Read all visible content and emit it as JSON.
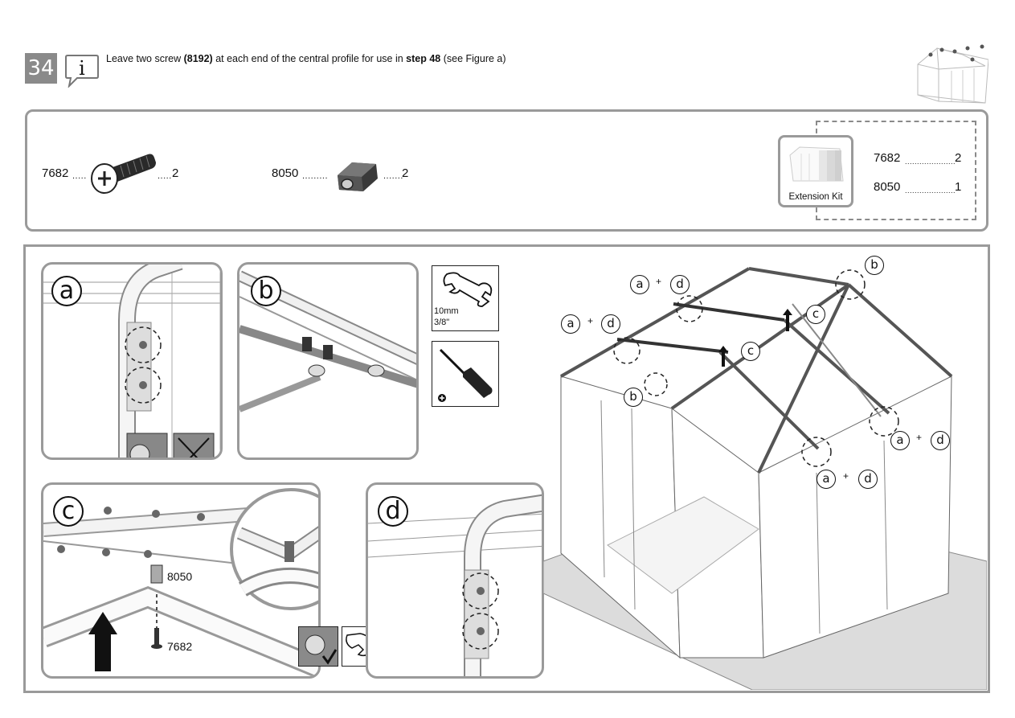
{
  "step": {
    "number": "34",
    "instruction_pre": "Leave two screw ",
    "instruction_part": "(8192)",
    "instruction_mid": " at each end of the central profile for use in ",
    "instruction_step": "step 48",
    "instruction_post": " (see Figure a)"
  },
  "parts": [
    {
      "code": "7682",
      "qty": "2",
      "icon": "screw-icon"
    },
    {
      "code": "8050",
      "qty": "2",
      "icon": "hex-nut-icon"
    }
  ],
  "extension_kit": {
    "label": "Extension Kit",
    "items": [
      {
        "code": "7682",
        "qty": "2"
      },
      {
        "code": "8050",
        "qty": "1"
      }
    ]
  },
  "figures": {
    "a": "a",
    "b": "b",
    "c": "c",
    "d": "d",
    "c_part_top": "8050",
    "c_part_bottom": "7682"
  },
  "tools": {
    "wrench_size_metric": "10mm",
    "wrench_size_imperial": "3/8\"",
    "screwdriver_icon": "phillips-screwdriver-icon"
  },
  "callouts": {
    "a": "a",
    "b": "b",
    "c": "c",
    "d": "d",
    "plus": "+"
  },
  "colors": {
    "panel_border": "#9a9a9a",
    "step_box": "#8a8a8a",
    "floor": "#dcdcdc"
  }
}
